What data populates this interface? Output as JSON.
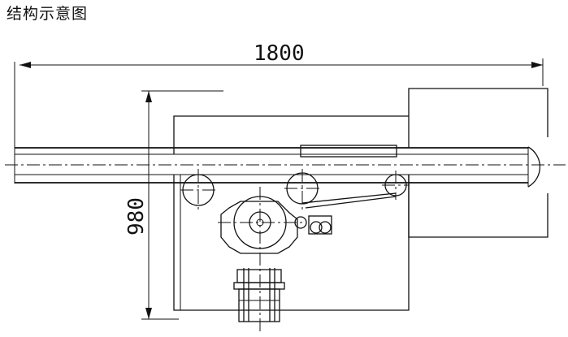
{
  "title": "结构示意图",
  "dimensions": {
    "width_label": "1800",
    "height_label": "980"
  }
}
